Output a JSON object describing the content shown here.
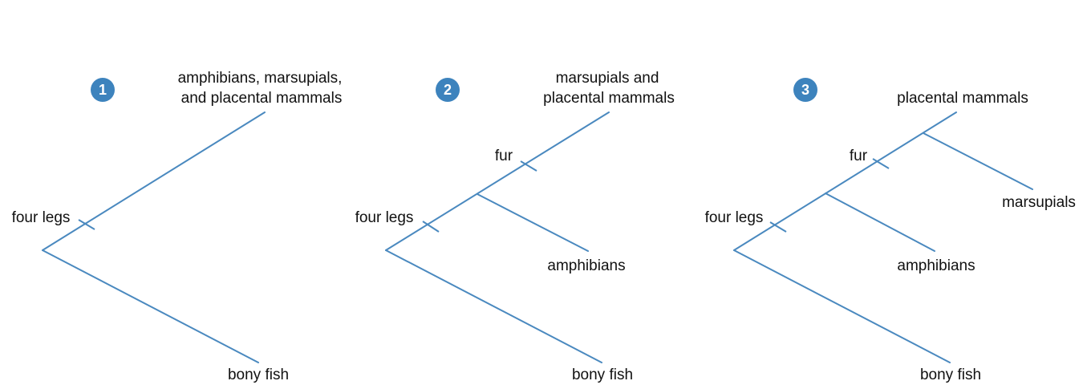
{
  "colors": {
    "branch": "#4a89bf",
    "badge": "#3d83bd",
    "text": "#111111",
    "background": "#ffffff"
  },
  "trees": [
    {
      "number": "1",
      "top_label_line1": "amphibians, marsupials,",
      "top_label_line2": "and placental mammals",
      "trait1": "four legs",
      "bottom_label": "bony fish"
    },
    {
      "number": "2",
      "top_label_line1": "marsupials and",
      "top_label_line2": "placental mammals",
      "trait1": "four legs",
      "trait2": "fur",
      "mid_label": "amphibians",
      "bottom_label": "bony fish"
    },
    {
      "number": "3",
      "top_label": "placental mammals",
      "trait1": "four legs",
      "trait2": "fur",
      "side_label": "marsupials",
      "mid_label": "amphibians",
      "bottom_label": "bony fish"
    }
  ]
}
